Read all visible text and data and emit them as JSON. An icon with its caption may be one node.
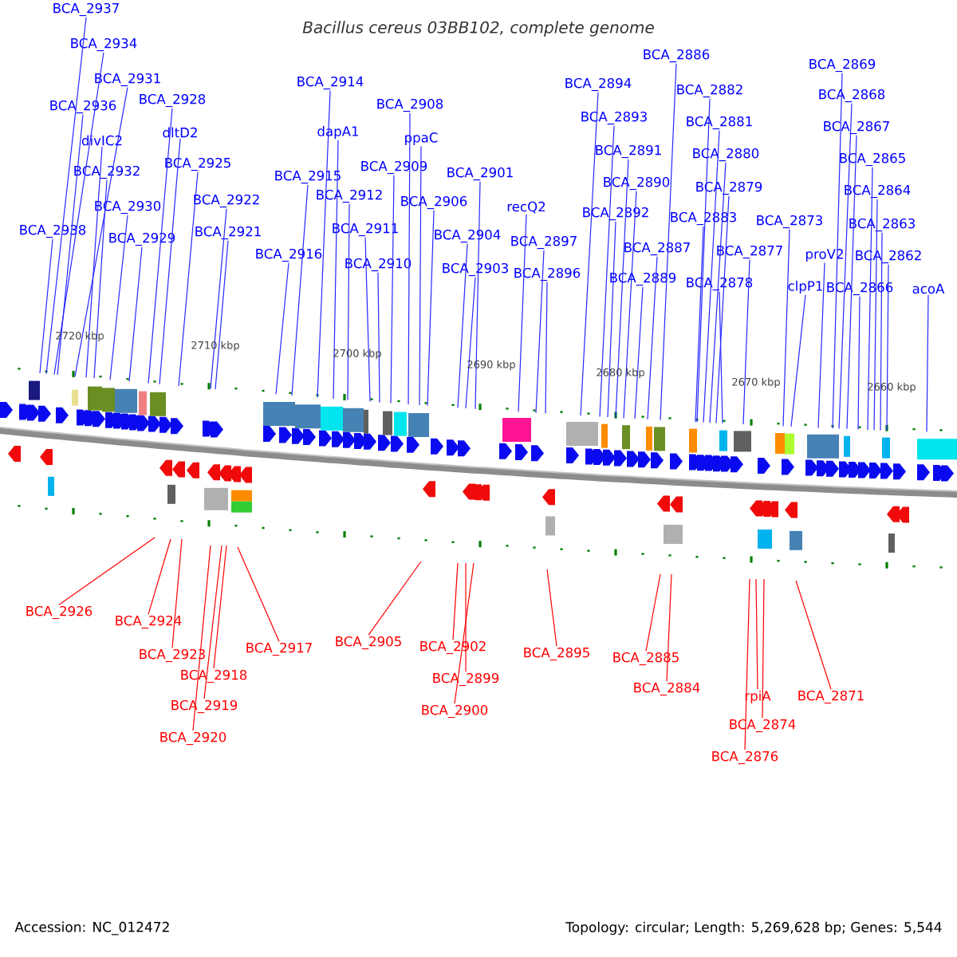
{
  "diagram": {
    "title": "Bacillus cereus 03BB102, complete genome",
    "nodes": [
      {
        "text": [
          "BCA_2937"
        ]
      },
      {
        "text": [
          "BCA_2934"
        ]
      },
      {
        "text": [
          "BCA_2931"
        ]
      },
      {
        "text": [
          "BCA_2936"
        ]
      },
      {
        "text": [
          "BCA_2928"
        ]
      },
      {
        "text": [
          "divIC2"
        ]
      },
      {
        "text": [
          "dltD2"
        ]
      },
      {
        "text": [
          "BCA_2932"
        ]
      },
      {
        "text": [
          "BCA_2925"
        ]
      },
      {
        "text": [
          "BCA_2930"
        ]
      },
      {
        "text": [
          "BCA_2922"
        ]
      },
      {
        "text": [
          "BCA_2938"
        ]
      },
      {
        "text": [
          "BCA_2921"
        ]
      },
      {
        "text": [
          "BCA_2929"
        ]
      },
      {
        "text": [
          "BCA_2914"
        ]
      },
      {
        "text": [
          "BCA_2908"
        ]
      },
      {
        "text": [
          "dapA1"
        ]
      },
      {
        "text": [
          "ppaC"
        ]
      },
      {
        "text": [
          "BCA_2909"
        ]
      },
      {
        "text": [
          "BCA_2901"
        ]
      },
      {
        "text": [
          "BCA_2915"
        ]
      },
      {
        "text": [
          "BCA_2912"
        ]
      },
      {
        "text": [
          "BCA_2906"
        ]
      },
      {
        "text": [
          "recQ2"
        ]
      },
      {
        "text": [
          "BCA_2911"
        ]
      },
      {
        "text": [
          "BCA_2904"
        ]
      },
      {
        "text": [
          "BCA_2897"
        ]
      },
      {
        "text": [
          "BCA_2916"
        ]
      },
      {
        "text": [
          "BCA_2910"
        ]
      },
      {
        "text": [
          "BCA_2903"
        ]
      },
      {
        "text": [
          "BCA_2896"
        ]
      },
      {
        "text": [
          "BCA_2886"
        ]
      },
      {
        "text": [
          "BCA_2894"
        ]
      },
      {
        "text": [
          "BCA_2882"
        ]
      },
      {
        "text": [
          "BCA_2893"
        ]
      },
      {
        "text": [
          "BCA_2881"
        ]
      },
      {
        "text": [
          "BCA_2891"
        ]
      },
      {
        "text": [
          "BCA_2880"
        ]
      },
      {
        "text": [
          "BCA_2890"
        ]
      },
      {
        "text": [
          "BCA_2879"
        ]
      },
      {
        "text": [
          "BCA_2892"
        ]
      },
      {
        "text": [
          "BCA_2883"
        ]
      },
      {
        "text": [
          "BCA_2873"
        ]
      },
      {
        "text": [
          "BCA_2887"
        ]
      },
      {
        "text": [
          "BCA_2877"
        ]
      },
      {
        "text": [
          "BCA_2889"
        ]
      },
      {
        "text": [
          "BCA_2878"
        ]
      },
      {
        "text": [
          "clpP1"
        ]
      },
      {
        "text": [
          "BCA_2869"
        ]
      },
      {
        "text": [
          "BCA_2868"
        ]
      },
      {
        "text": [
          "BCA_2867"
        ]
      },
      {
        "text": [
          "BCA_2865"
        ]
      },
      {
        "text": [
          "BCA_2864"
        ]
      },
      {
        "text": [
          "BCA_2863"
        ]
      },
      {
        "text": [
          "proV2"
        ]
      },
      {
        "text": [
          "BCA_2862"
        ]
      },
      {
        "text": [
          "BCA_2866"
        ]
      },
      {
        "text": [
          "acoA"
        ]
      },
      {
        "text": [
          "BCA_2926"
        ]
      },
      {
        "text": [
          "BCA_2924"
        ]
      },
      {
        "text": [
          "BCA_2923"
        ]
      },
      {
        "text": [
          "BCA_2918"
        ]
      },
      {
        "text": [
          "BCA_2919"
        ]
      },
      {
        "text": [
          "BCA_2920"
        ]
      },
      {
        "text": [
          "BCA_2917"
        ]
      },
      {
        "text": [
          "BCA_2905"
        ]
      },
      {
        "text": [
          "BCA_2902"
        ]
      },
      {
        "text": [
          "BCA_2899"
        ]
      },
      {
        "text": [
          "BCA_2900"
        ]
      },
      {
        "text": [
          "BCA_2895"
        ]
      },
      {
        "text": [
          "BCA_2885"
        ]
      },
      {
        "text": [
          "BCA_2884"
        ]
      },
      {
        "text": [
          "rpiA"
        ]
      },
      {
        "text": [
          "BCA_2874"
        ]
      },
      {
        "text": [
          "BCA_2876"
        ]
      },
      {
        "text": [
          "BCA_2871"
        ]
      }
    ],
    "edges": [
      {
        "from": 0,
        "to": null,
        "arrow": "none"
      },
      {
        "from": 1,
        "to": null,
        "arrow": "none"
      },
      {
        "from": 2,
        "to": null,
        "arrow": "none"
      },
      {
        "from": 3,
        "to": null,
        "arrow": "none"
      },
      {
        "from": 4,
        "to": null,
        "arrow": "none"
      },
      {
        "from": 5,
        "to": null,
        "arrow": "none"
      },
      {
        "from": 6,
        "to": null,
        "arrow": "none"
      },
      {
        "from": 7,
        "to": null,
        "arrow": "none"
      },
      {
        "from": 8,
        "to": null,
        "arrow": "none"
      },
      {
        "from": 9,
        "to": null,
        "arrow": "none"
      },
      {
        "from": 10,
        "to": null,
        "arrow": "none"
      },
      {
        "from": 11,
        "to": null,
        "arrow": "none"
      },
      {
        "from": 12,
        "to": null,
        "arrow": "none"
      },
      {
        "from": 13,
        "to": null,
        "arrow": "none"
      },
      {
        "from": 14,
        "to": null,
        "arrow": "none"
      },
      {
        "from": 15,
        "to": null,
        "arrow": "none"
      },
      {
        "from": 16,
        "to": null,
        "arrow": "none"
      },
      {
        "from": 17,
        "to": null,
        "arrow": "none"
      },
      {
        "from": 18,
        "to": null,
        "arrow": "none"
      },
      {
        "from": 19,
        "to": null,
        "arrow": "none"
      },
      {
        "from": 20,
        "to": null,
        "arrow": "none"
      },
      {
        "from": 21,
        "to": null,
        "arrow": "none"
      },
      {
        "from": 22,
        "to": null,
        "arrow": "none"
      },
      {
        "from": 23,
        "to": null,
        "arrow": "none"
      },
      {
        "from": 24,
        "to": null,
        "arrow": "none"
      },
      {
        "from": 25,
        "to": null,
        "arrow": "none"
      },
      {
        "from": 26,
        "to": null,
        "arrow": "none"
      },
      {
        "from": 27,
        "to": null,
        "arrow": "none"
      },
      {
        "from": 28,
        "to": null,
        "arrow": "none"
      },
      {
        "from": 29,
        "to": null,
        "arrow": "none"
      },
      {
        "from": 30,
        "to": null,
        "arrow": "none"
      },
      {
        "from": 31,
        "to": null,
        "arrow": "none"
      },
      {
        "from": 32,
        "to": null,
        "arrow": "none"
      },
      {
        "from": 33,
        "to": null,
        "arrow": "none"
      },
      {
        "from": 34,
        "to": null,
        "arrow": "none"
      },
      {
        "from": 35,
        "to": null,
        "arrow": "none"
      },
      {
        "from": 36,
        "to": null,
        "arrow": "none"
      },
      {
        "from": 37,
        "to": null,
        "arrow": "none"
      },
      {
        "from": 38,
        "to": null,
        "arrow": "none"
      },
      {
        "from": 39,
        "to": null,
        "arrow": "none"
      },
      {
        "from": 40,
        "to": null,
        "arrow": "none"
      },
      {
        "from": 41,
        "to": null,
        "arrow": "none"
      },
      {
        "from": 42,
        "to": null,
        "arrow": "none"
      },
      {
        "from": 43,
        "to": null,
        "arrow": "none"
      },
      {
        "from": 44,
        "to": null,
        "arrow": "none"
      },
      {
        "from": 45,
        "to": null,
        "arrow": "none"
      },
      {
        "from": 46,
        "to": null,
        "arrow": "none"
      },
      {
        "from": 47,
        "to": null,
        "arrow": "none"
      },
      {
        "from": 48,
        "to": null,
        "arrow": "none"
      },
      {
        "from": 49,
        "to": null,
        "arrow": "none"
      },
      {
        "from": 50,
        "to": null,
        "arrow": "none"
      },
      {
        "from": 51,
        "to": null,
        "arrow": "none"
      },
      {
        "from": 52,
        "to": null,
        "arrow": "none"
      },
      {
        "from": 53,
        "to": null,
        "arrow": "none"
      },
      {
        "from": 54,
        "to": null,
        "arrow": "none"
      },
      {
        "from": 55,
        "to": null,
        "arrow": "none"
      },
      {
        "from": 56,
        "to": null,
        "arrow": "none"
      },
      {
        "from": 57,
        "to": null,
        "arrow": "none"
      },
      {
        "from": 58,
        "to": null,
        "arrow": "none",
        "color": "#ff0000"
      },
      {
        "from": 59,
        "to": null,
        "arrow": "none",
        "color": "#ff0000"
      },
      {
        "from": 60,
        "to": null,
        "arrow": "none",
        "color": "#ff0000"
      },
      {
        "from": 61,
        "to": null,
        "arrow": "none",
        "color": "#ff0000"
      },
      {
        "from": 62,
        "to": null,
        "arrow": "none",
        "color": "#ff0000"
      },
      {
        "from": 63,
        "to": null,
        "arrow": "none",
        "color": "#ff0000"
      },
      {
        "from": 64,
        "to": null,
        "arrow": "none",
        "color": "#ff0000"
      },
      {
        "from": 65,
        "to": null,
        "arrow": "none",
        "color": "#ff0000"
      },
      {
        "from": 66,
        "to": null,
        "arrow": "none",
        "color": "#ff0000"
      },
      {
        "from": 67,
        "to": null,
        "arrow": "none",
        "color": "#ff0000"
      },
      {
        "from": 68,
        "to": null,
        "arrow": "none",
        "color": "#ff0000"
      },
      {
        "from": 69,
        "to": null,
        "arrow": "none",
        "color": "#ff0000"
      },
      {
        "from": 70,
        "to": null,
        "arrow": "none",
        "color": "#ff0000"
      },
      {
        "from": 71,
        "to": null,
        "arrow": "none",
        "color": "#ff0000"
      },
      {
        "from": 72,
        "to": null,
        "arrow": "none",
        "color": "#ff0000"
      },
      {
        "from": 73,
        "to": null,
        "arrow": "none",
        "color": "#ff0000"
      },
      {
        "from": 74,
        "to": null,
        "arrow": "none",
        "color": "#ff0000"
      },
      {
        "from": 75,
        "to": null,
        "arrow": "none",
        "color": "#ff0000"
      }
    ],
    "labels": [
      "2720 kbp",
      "2710 kbp",
      "2700 kbp",
      "2690 kbp",
      "2680 kbp",
      "2670 kbp",
      "2660 kbp",
      "Accession: NC_012472",
      "Topology: circular; Length: 5,269,628 bp; Genes: 5,544"
    ]
  }
}
